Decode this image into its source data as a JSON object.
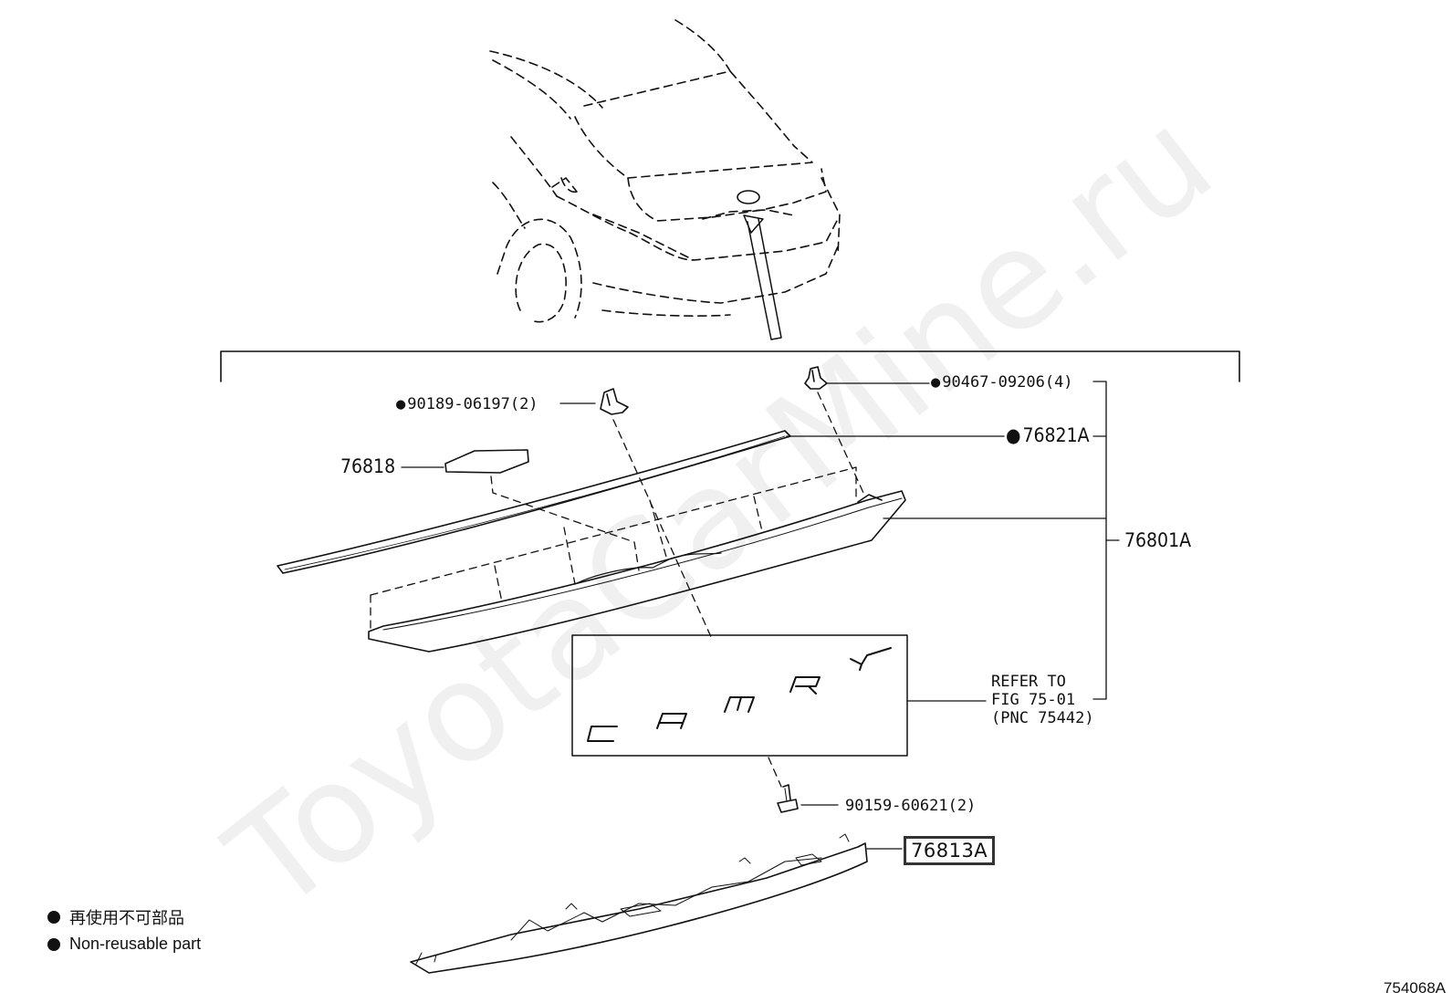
{
  "watermark": "ToyotaCarMine.ru",
  "parts": {
    "p1": "90467-09206(4)",
    "p2": "90189-06197(2)",
    "p3": "76821A",
    "p4": "76818",
    "p5": "76801A",
    "p6": "90159-60621(2)",
    "p7": "76813A"
  },
  "refer_note": "REFER TO\nFIG 75-01\n(PNC 75442)",
  "emblem_letters": [
    "C",
    "A",
    "M",
    "R",
    "Y"
  ],
  "legend": {
    "ja": "再使用不可部品",
    "en": "Non-reusable part"
  },
  "illustration_code": "754068A"
}
